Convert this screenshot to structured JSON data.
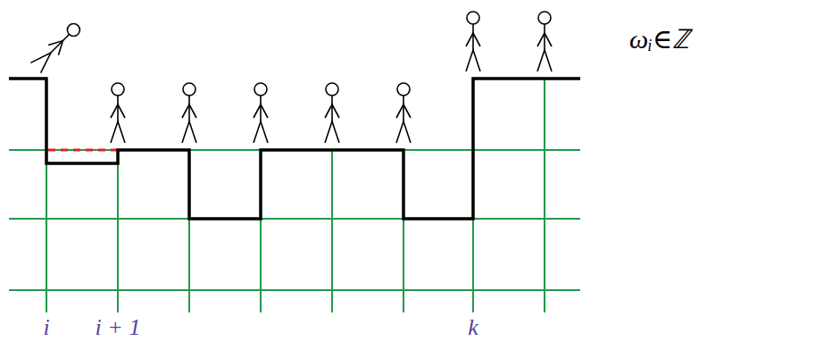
{
  "diagram": {
    "labels": [
      "i",
      "i + 1",
      "k",
      "ωᵢ∈ℤ"
    ]
  }
}
